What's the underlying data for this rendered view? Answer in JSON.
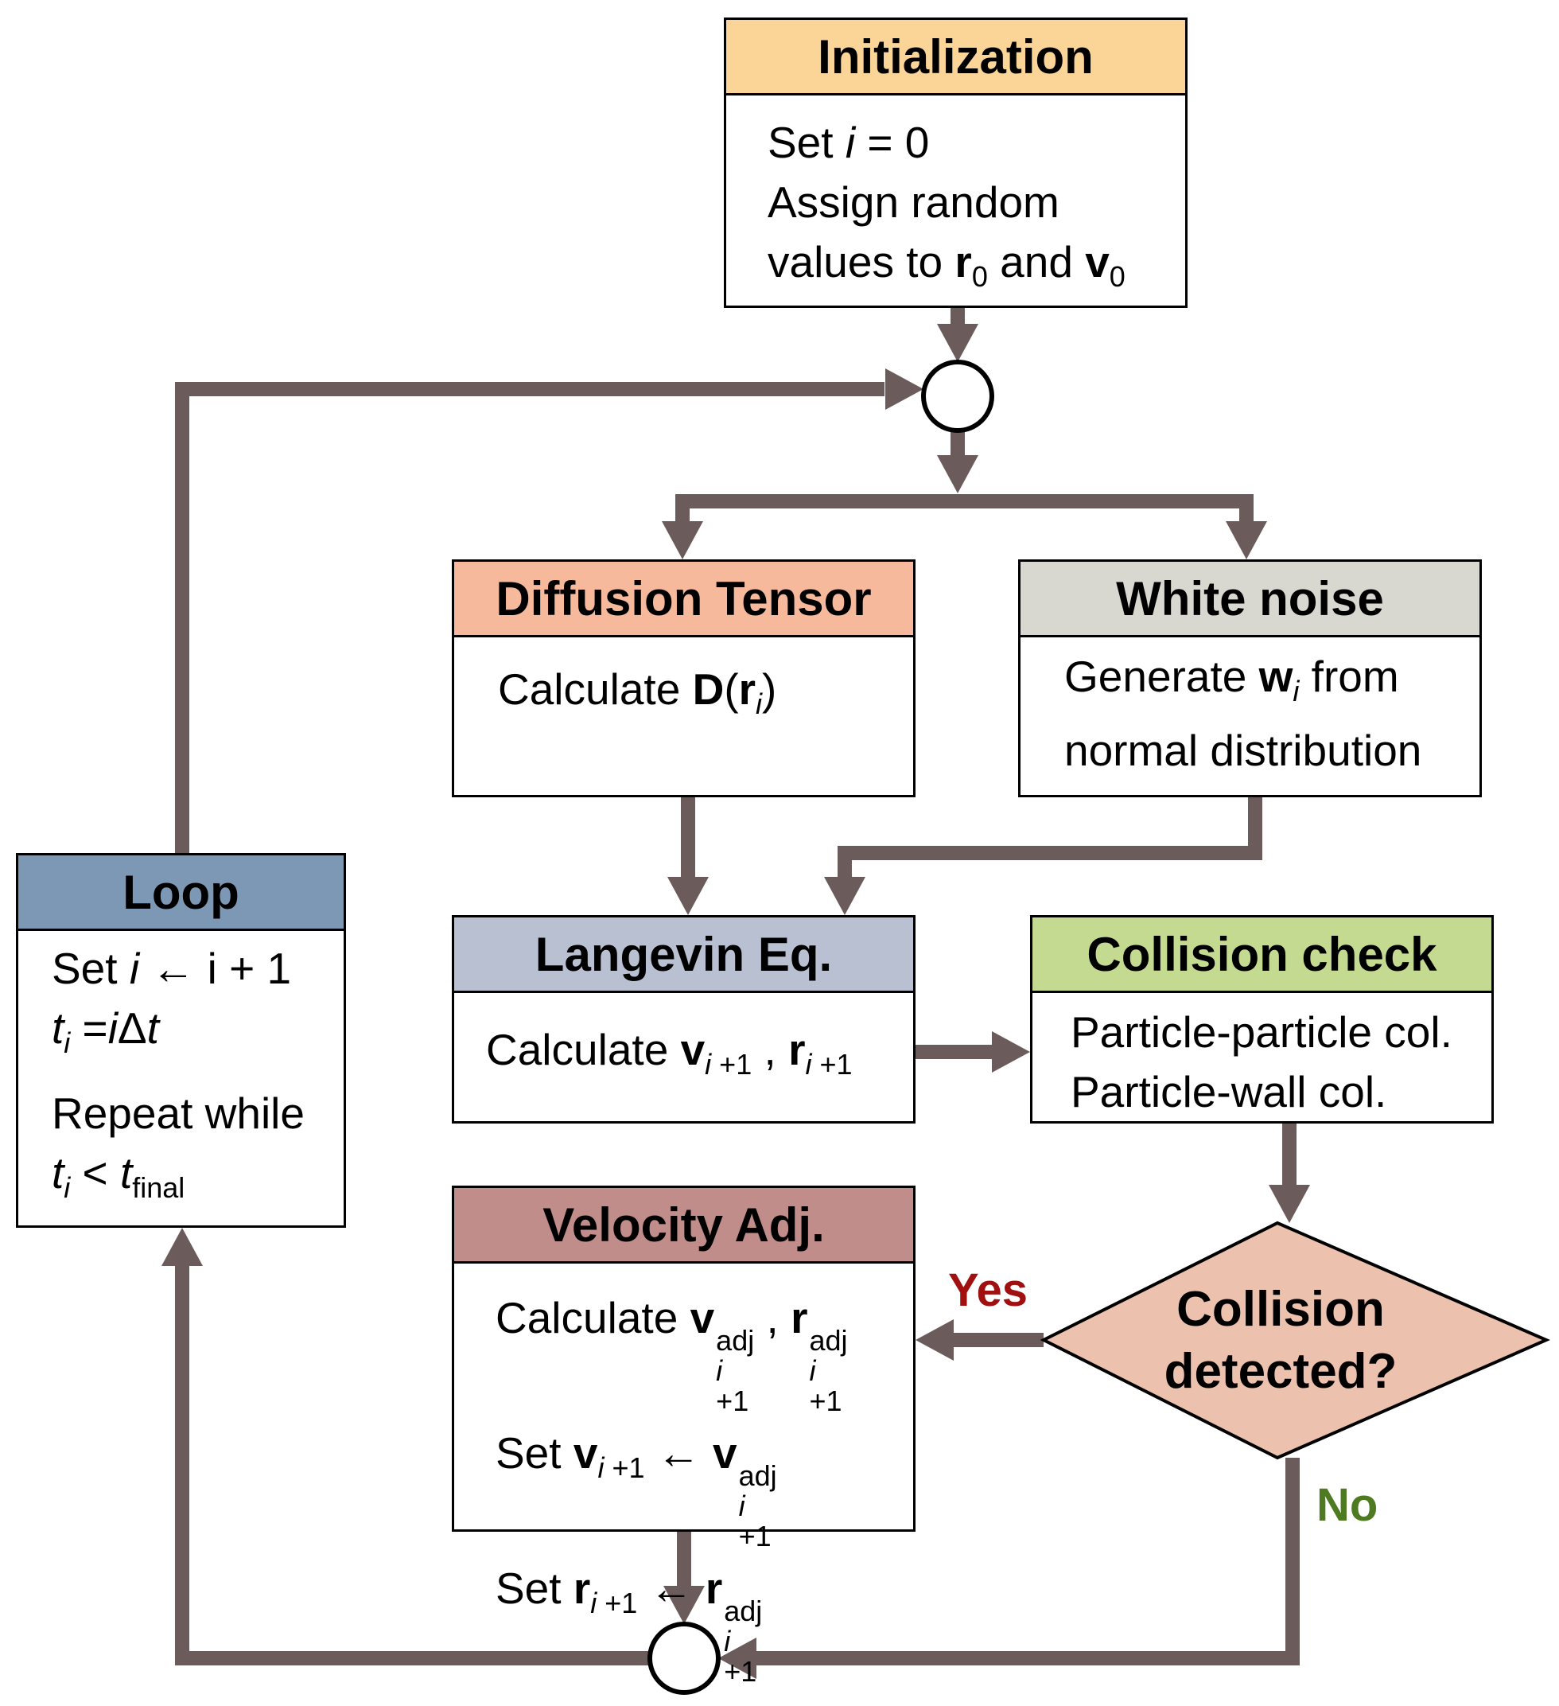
{
  "colors": {
    "connector": "#6b5b5b",
    "initialization_header": "#fbd598",
    "diffusion_header": "#f7b99c",
    "white_noise_header": "#d8d8d1",
    "loop_header": "#7d98b5",
    "langevin_header": "#b9c0d2",
    "collision_check_header": "#c5da91",
    "velocity_header": "#c08d8b",
    "decision_fill": "#ecc1ae",
    "yes_label": "#a01010",
    "no_label": "#4e7a22"
  },
  "initialization": {
    "title": "Initialization",
    "line1_prefix": "Set ",
    "line1_var": "i",
    "line1_suffix": " = 0",
    "line2": "Assign random",
    "line3_prefix": "values to ",
    "line3_r": "r",
    "line3_r_sub": "0",
    "line3_mid": " and ",
    "line3_v": "v",
    "line3_v_sub": "0"
  },
  "diffusion_tensor": {
    "title": "Diffusion Tensor",
    "calc_prefix": "Calculate ",
    "d": "D",
    "open": "(",
    "r": "r",
    "r_sub": "i",
    "close": ")"
  },
  "white_noise": {
    "title": "White noise",
    "line1_prefix": "Generate ",
    "w": "w",
    "w_sub": "i",
    "line1_suffix": " from",
    "line2": "normal distribution"
  },
  "loop": {
    "title": "Loop",
    "line1_prefix": "Set ",
    "line1_var": "i",
    "line1_suffix": " ← i + 1",
    "line2_t": "t",
    "line2_t_sub": "i",
    "line2_eq": " =",
    "line2_i": "i",
    "line2_delta": "Δ",
    "line2_t2": "t",
    "line3": "Repeat while",
    "line4_t": "t",
    "line4_t_sub": "i",
    "line4_lt": " < ",
    "line4_t2": "t",
    "line4_t2_sub": "final"
  },
  "langevin": {
    "title": "Langevin Eq.",
    "calc_prefix": "Calculate ",
    "v": "v",
    "v_sub_i": "i",
    "v_sub_rest": " +1",
    "sep": " , ",
    "r": "r",
    "r_sub_i": "i",
    "r_sub_rest": " +1"
  },
  "collision_check": {
    "title": "Collision check",
    "line1": "Particle-particle col.",
    "line2": "Particle-wall col."
  },
  "velocity_adj": {
    "title": "Velocity Adj.",
    "calc_prefix": "Calculate ",
    "v": "v",
    "sup_adj": "adj",
    "sub_i": "i",
    "sub_rest": " +1",
    "sep": " , ",
    "r": "r",
    "set_prefix": "Set ",
    "arrow": " ← "
  },
  "decision": {
    "line1": "Collision",
    "line2": "detected?",
    "yes_label": "Yes",
    "no_label": "No"
  }
}
